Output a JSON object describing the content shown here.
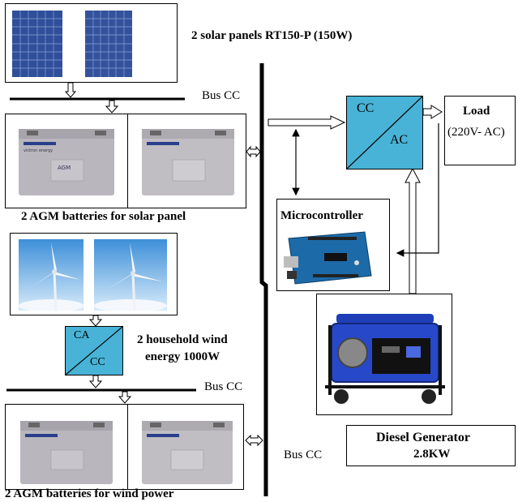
{
  "solar": {
    "label": "2 solar panels RT150-P (150W)"
  },
  "bus_labels": {
    "top": "Bus CC",
    "middle": "Bus CC",
    "main": "Bus CC"
  },
  "solar_batteries": {
    "label": "2 AGM batteries for solar panel"
  },
  "wind": {
    "label_line1": "2 household wind",
    "label_line2": "energy 1000W"
  },
  "ca_cc_converter": {
    "top": "CA",
    "bottom": "CC"
  },
  "wind_batteries": {
    "label": "2 AGM batteries for wind power"
  },
  "inverter": {
    "top": "CC",
    "bottom": "AC"
  },
  "load": {
    "title": "Load",
    "spec": "(220V- AC)"
  },
  "microcontroller": {
    "label": "Microcontroller"
  },
  "generator": {
    "title": "Diesel Generator",
    "power": "2.8KW"
  },
  "battery_brand_text": "victron energy",
  "battery_type_text": "AGM",
  "colors": {
    "panel_blue": "#2f4f9a",
    "converter_fill": "#48b3d6",
    "sky": "#7fb8e6",
    "generator_blue": "#1f3fb8",
    "battery_grey": "#b9b6bd",
    "board_blue": "#1d6aa8"
  },
  "icons": [
    "solar-panel-icon",
    "battery-icon",
    "wind-turbine-icon",
    "arduino-board-icon",
    "diesel-generator-icon"
  ]
}
